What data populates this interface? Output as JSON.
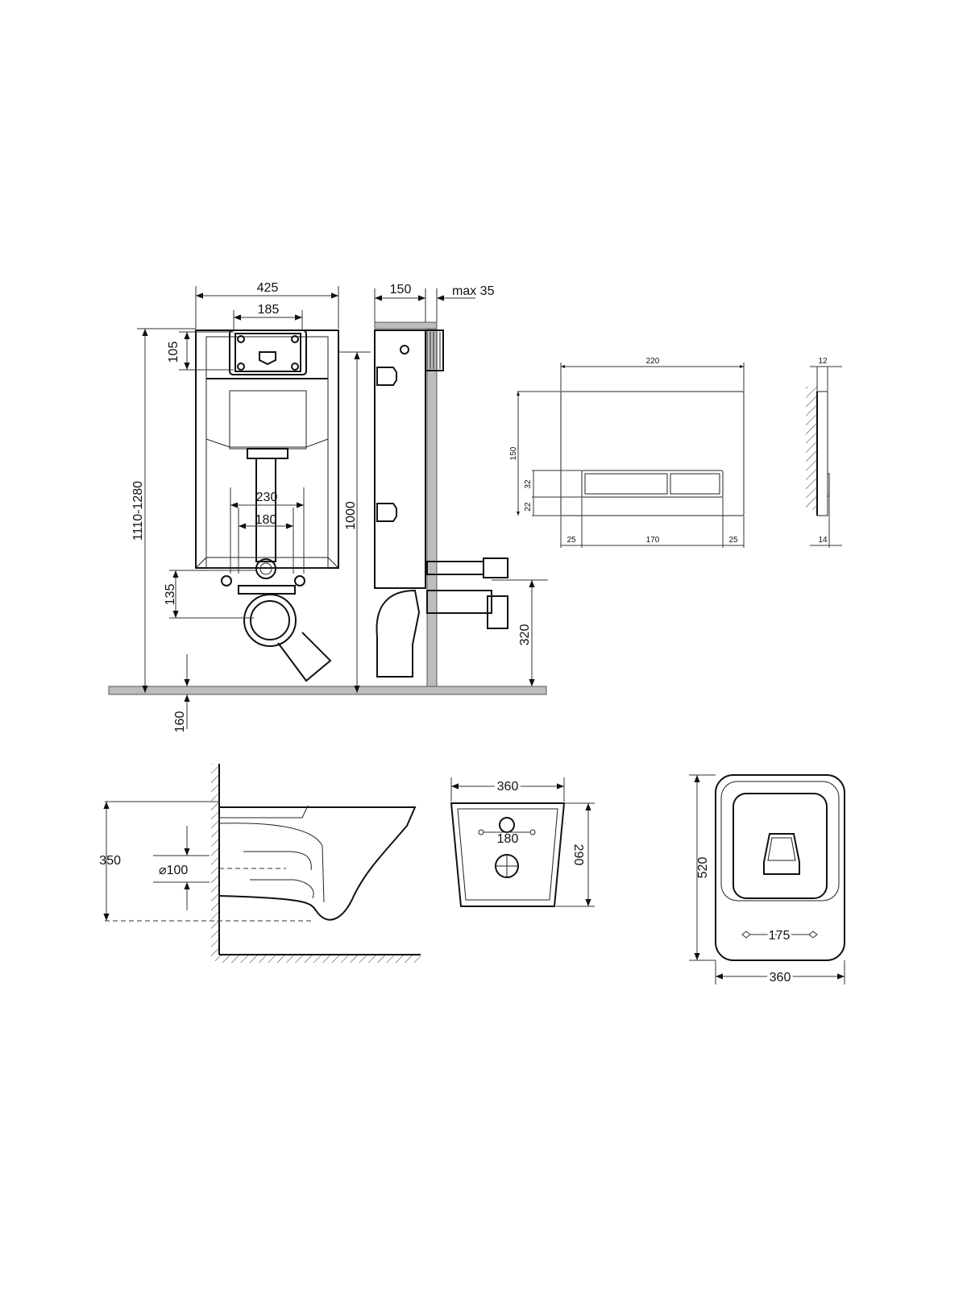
{
  "title": "Installation system with wall-hung toilet – dimension drawing",
  "frame_front": {
    "width": "425",
    "cistern_width": "185",
    "cistern_height": "105",
    "total_height": "1110-1280",
    "outer_fixing": "230",
    "inner_fixing": "180",
    "drain_offset": "135",
    "floor_offset": "160"
  },
  "frame_side": {
    "depth": "150",
    "wall_max": "max 35",
    "height": "1000",
    "drain_height": "320"
  },
  "flush_plate": {
    "width": "220",
    "height": "150",
    "button_height": "32",
    "button_bottom": "22",
    "margin_left": "25",
    "button_width": "170",
    "margin_right": "25",
    "thickness_top": "12",
    "thickness_bottom": "14"
  },
  "bowl_side": {
    "height": "350",
    "outlet_diameter": "⌀100"
  },
  "bowl_rear": {
    "width": "360",
    "depth": "290",
    "fixing_spacing": "180"
  },
  "bowl_top": {
    "length": "520",
    "width": "360",
    "fixing_spacing": "175"
  },
  "colors": {
    "line": "#111111",
    "wall": "#bdbdbd"
  }
}
